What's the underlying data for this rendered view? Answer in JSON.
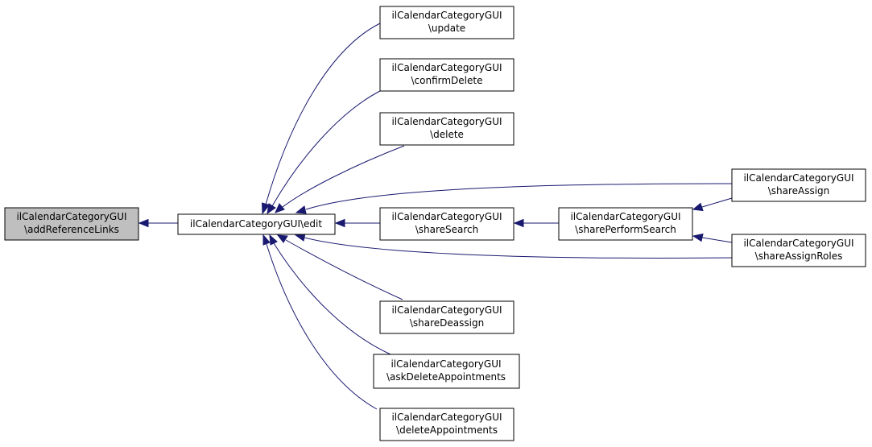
{
  "colors": {
    "edge": "#191970",
    "node_border": "#000000",
    "root_fill": "#bfbfbf",
    "node_fill": "#ffffff"
  },
  "nodes": {
    "addReferenceLinks": {
      "line1": "ilCalendarCategoryGUI",
      "line2": "\\addReferenceLinks"
    },
    "edit": {
      "line1": "ilCalendarCategoryGUI\\edit"
    },
    "update": {
      "line1": "ilCalendarCategoryGUI",
      "line2": "\\update"
    },
    "confirmDelete": {
      "line1": "ilCalendarCategoryGUI",
      "line2": "\\confirmDelete"
    },
    "delete": {
      "line1": "ilCalendarCategoryGUI",
      "line2": "\\delete"
    },
    "shareSearch": {
      "line1": "ilCalendarCategoryGUI",
      "line2": "\\shareSearch"
    },
    "sharePerformSearch": {
      "line1": "ilCalendarCategoryGUI",
      "line2": "\\sharePerformSearch"
    },
    "shareAssign": {
      "line1": "ilCalendarCategoryGUI",
      "line2": "\\shareAssign"
    },
    "shareAssignRoles": {
      "line1": "ilCalendarCategoryGUI",
      "line2": "\\shareAssignRoles"
    },
    "shareDeassign": {
      "line1": "ilCalendarCategoryGUI",
      "line2": "\\shareDeassign"
    },
    "askDeleteAppointments": {
      "line1": "ilCalendarCategoryGUI",
      "line2": "\\askDeleteAppointments"
    },
    "deleteAppointments": {
      "line1": "ilCalendarCategoryGUI",
      "line2": "\\deleteAppointments"
    }
  }
}
